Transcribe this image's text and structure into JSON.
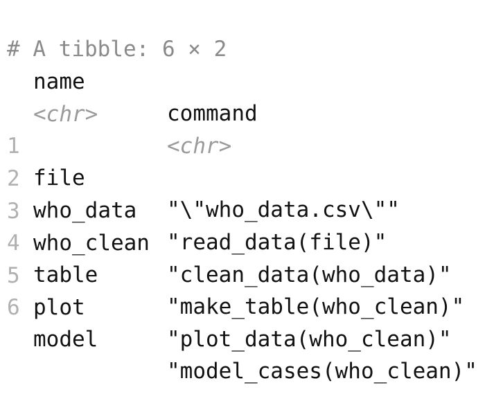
{
  "header": "# A tibble: 6 × 2",
  "columns": [
    {
      "name": "name",
      "type": "<chr>"
    },
    {
      "name": "command",
      "type": "<chr>"
    }
  ],
  "rows": [
    {
      "index": "1",
      "name": "file",
      "command": "\"\\\"who_data.csv\\\"\""
    },
    {
      "index": "2",
      "name": "who_data",
      "command": "\"read_data(file)\""
    },
    {
      "index": "3",
      "name": "who_clean",
      "command": "\"clean_data(who_data)\""
    },
    {
      "index": "4",
      "name": "table",
      "command": "\"make_table(who_clean)\""
    },
    {
      "index": "5",
      "name": "plot",
      "command": "\"plot_data(who_clean)\""
    },
    {
      "index": "6",
      "name": "model",
      "command": "\"model_cases(who_clean)\""
    }
  ]
}
